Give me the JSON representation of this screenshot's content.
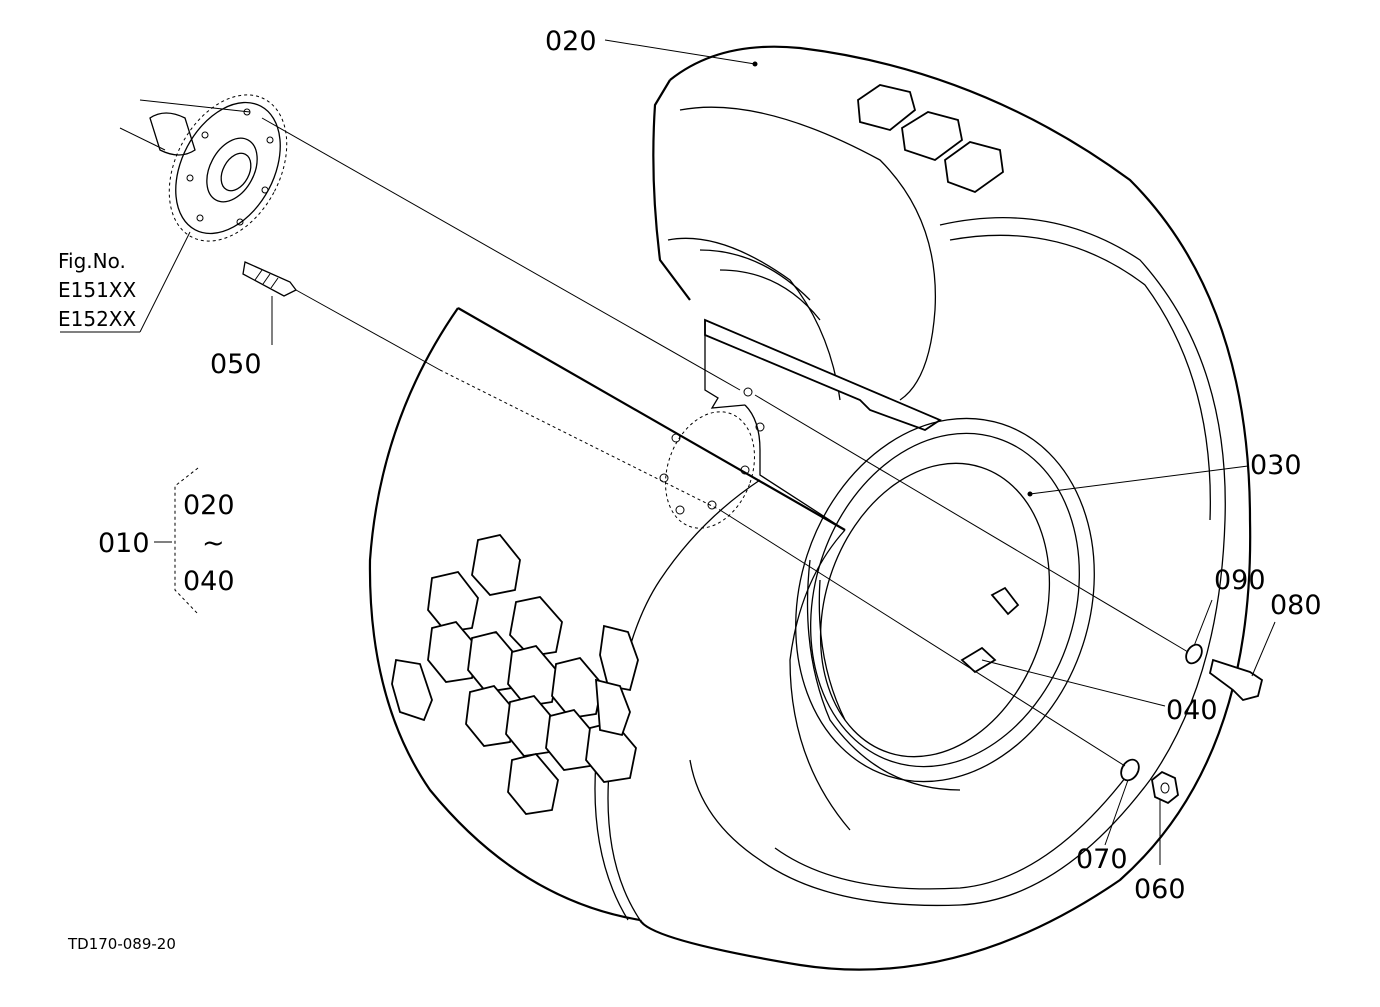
{
  "diagram": {
    "fig_ref": {
      "line1": "Fig.No.",
      "line2": "E151XX",
      "line3": "E152XX"
    },
    "callouts": {
      "c010": "010",
      "c020": "020",
      "c030": "030",
      "c040": "040",
      "c050": "050",
      "c060": "060",
      "c070": "070",
      "c080": "080",
      "c090": "090"
    },
    "assembly_group": {
      "label": "010",
      "from": "020",
      "tilde": "~",
      "to": "040"
    },
    "drawing_code": "TD170-089-20"
  }
}
